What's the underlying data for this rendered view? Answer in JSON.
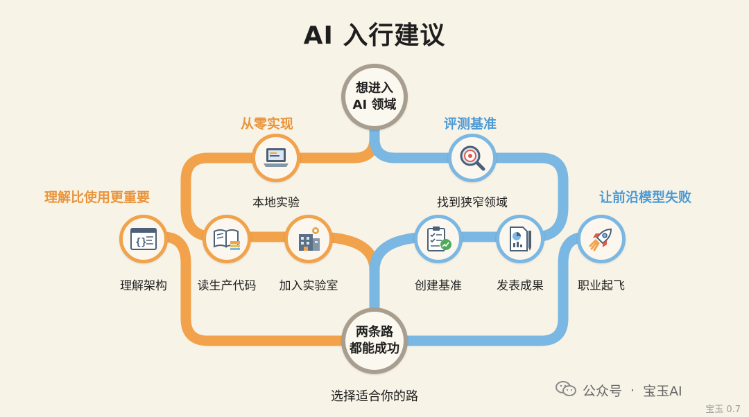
{
  "title": "AI 入行建议",
  "start": {
    "line1": "想进入",
    "line2": "AI 领域"
  },
  "end": {
    "line1": "两条路",
    "line2": "都能成功",
    "caption": "选择适合你的路"
  },
  "left_path": {
    "color": "#f1a24a",
    "section_top": "从零实现",
    "section_side": "理解比使用更重要",
    "nodes": [
      {
        "label": "本地实验",
        "icon": "laptop-code-icon"
      },
      {
        "label": "读生产代码",
        "icon": "book-stack-icon"
      },
      {
        "label": "加入实验室",
        "icon": "lab-building-icon"
      },
      {
        "label": "理解架构",
        "icon": "code-window-icon"
      }
    ]
  },
  "right_path": {
    "color": "#7ab7e2",
    "section_top": "评测基准",
    "section_side": "让前沿模型失败",
    "nodes": [
      {
        "label": "找到狭窄领域",
        "icon": "target-magnifier-icon"
      },
      {
        "label": "创建基准",
        "icon": "clipboard-checklist-icon"
      },
      {
        "label": "发表成果",
        "icon": "report-pen-icon"
      },
      {
        "label": "职业起飞",
        "icon": "rocket-icon"
      }
    ]
  },
  "watermark": {
    "prefix": "公众号",
    "sep": "·",
    "name": "宝玉AI",
    "version": "宝玉 0.7"
  }
}
